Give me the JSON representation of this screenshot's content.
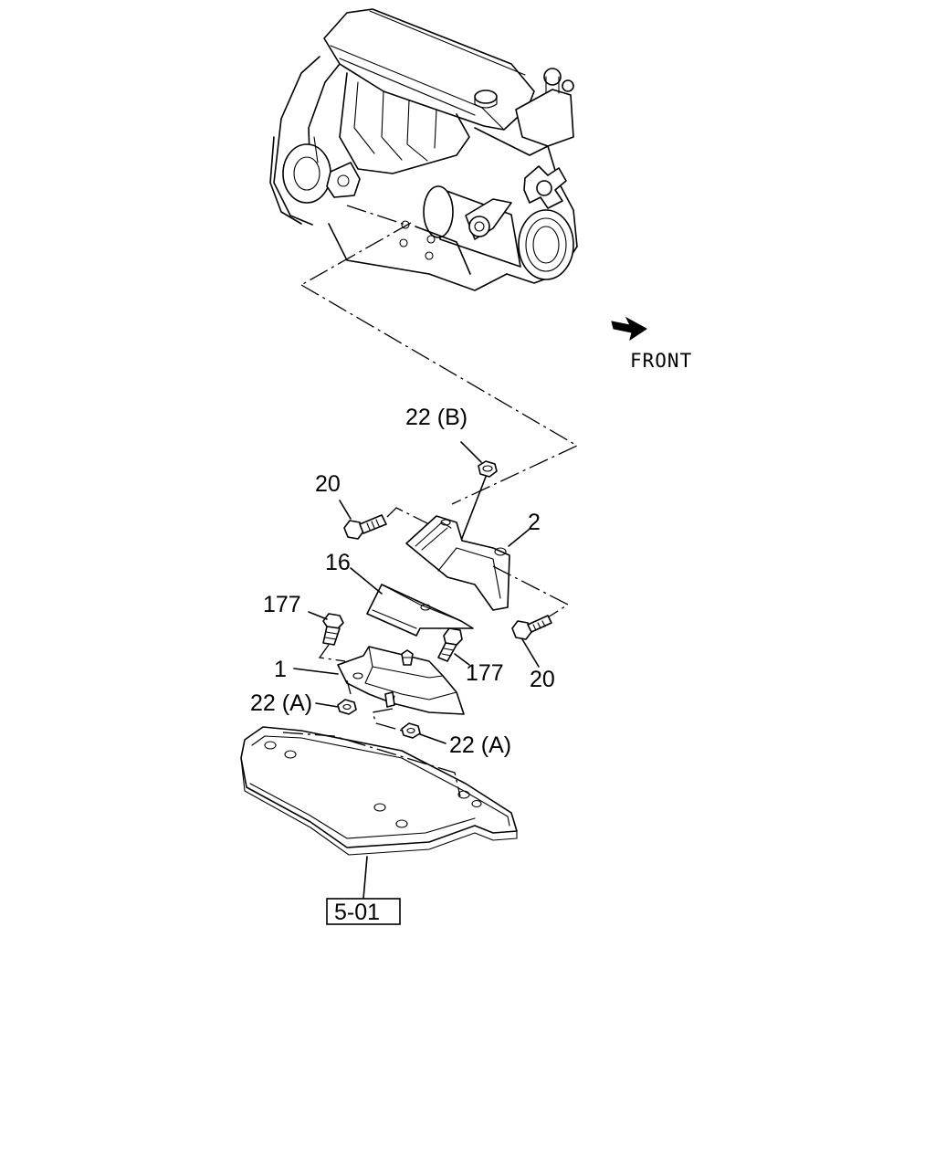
{
  "figure": {
    "direction_label": "FRONT",
    "reference_box": "5-01",
    "callouts": {
      "nut_22b": "22 (B)",
      "bolt_20_upper": "20",
      "bracket_2": "2",
      "plate_16": "16",
      "bolt_177_left": "177",
      "mount_1": "1",
      "bolt_177_right": "177",
      "bolt_20_lower": "20",
      "nut_22a_left": "22 (A)",
      "nut_22a_right": "22 (A)"
    }
  }
}
